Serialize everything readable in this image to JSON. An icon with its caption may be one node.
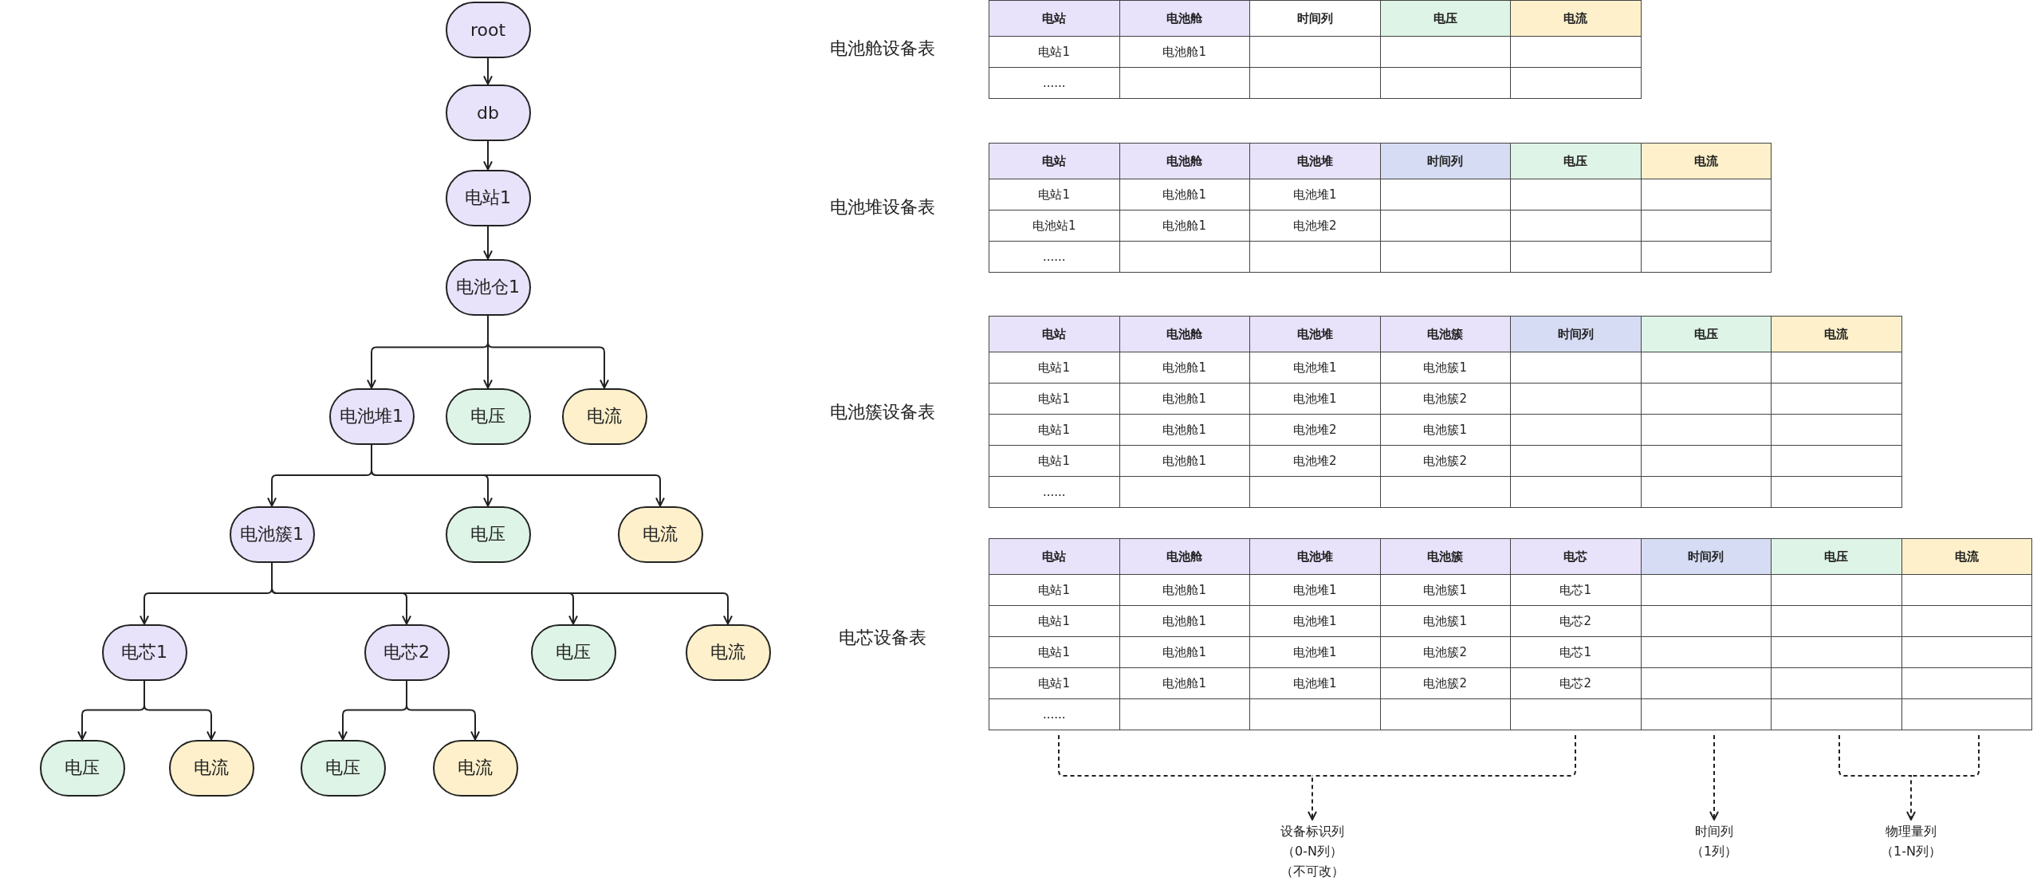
{
  "diagram": {
    "nodes": [
      {
        "text": [
          "root"
        ]
      },
      {
        "text": [
          "db"
        ]
      },
      {
        "text": [
          "电站1"
        ]
      },
      {
        "text": [
          "电池仓1"
        ]
      },
      {
        "text": [
          "电池堆1"
        ]
      },
      {
        "text": [
          "电压"
        ]
      },
      {
        "text": [
          "电流"
        ]
      },
      {
        "text": [
          "电池簇1"
        ]
      },
      {
        "text": [
          "电压"
        ]
      },
      {
        "text": [
          "电流"
        ]
      },
      {
        "text": [
          "电芯1"
        ]
      },
      {
        "text": [
          "电芯2"
        ]
      },
      {
        "text": [
          "电压"
        ]
      },
      {
        "text": [
          "电流"
        ]
      },
      {
        "text": [
          "电压"
        ]
      },
      {
        "text": [
          "电流"
        ]
      },
      {
        "text": [
          "电压"
        ]
      },
      {
        "text": [
          "电流"
        ]
      },
      {
        "text": [
          "设备标识列（0-N列）（不可改）"
        ]
      },
      {
        "text": [
          "时间列（1列）"
        ]
      },
      {
        "text": [
          "物理量列（1-N列）"
        ]
      }
    ],
    "edges": [
      {
        "from": 0,
        "to": 1,
        "arrow": "to"
      },
      {
        "from": 1,
        "to": 2,
        "arrow": "to"
      },
      {
        "from": 2,
        "to": 3,
        "arrow": "to"
      },
      {
        "from": 3,
        "to": 4,
        "arrow": "to"
      },
      {
        "from": 3,
        "to": 5,
        "arrow": "to"
      },
      {
        "from": 3,
        "to": 6,
        "arrow": "to"
      },
      {
        "from": 4,
        "to": 7,
        "arrow": "to"
      },
      {
        "from": 4,
        "to": 8,
        "arrow": "to"
      },
      {
        "from": 4,
        "to": 9,
        "arrow": "to"
      },
      {
        "from": 7,
        "to": 10,
        "arrow": "to"
      },
      {
        "from": 7,
        "to": 11,
        "arrow": "to"
      },
      {
        "from": 7,
        "to": 12,
        "arrow": "to"
      },
      {
        "from": 7,
        "to": 13,
        "arrow": "to"
      },
      {
        "from": 10,
        "to": 14,
        "arrow": "to"
      },
      {
        "from": 10,
        "to": 15,
        "arrow": "to"
      },
      {
        "from": 11,
        "to": 16,
        "arrow": "to"
      },
      {
        "from": 11,
        "to": 17,
        "arrow": "to"
      },
      {
        "from": null,
        "to": 18,
        "arrow": "to",
        "style": "dashed"
      },
      {
        "from": null,
        "to": 19,
        "arrow": "to",
        "style": "dashed"
      },
      {
        "from": null,
        "to": 20,
        "arrow": "to",
        "style": "dashed"
      }
    ],
    "labels": [
      "电池舱设备表",
      "电站",
      "电池舱",
      "时间列",
      "电压",
      "电流",
      "电站1",
      "电池舱1",
      "......",
      "电池堆设备表",
      "电站",
      "电池舱",
      "电池堆",
      "时间列",
      "电压",
      "电流",
      "电站1",
      "电池舱1",
      "电池堆1",
      "电池站1",
      "电池舱1",
      "电池堆2",
      "......",
      "电池簇设备表",
      "电站",
      "电池舱",
      "电池堆",
      "电池簇",
      "时间列",
      "电压",
      "电流",
      "电站1",
      "电池舱1",
      "电池堆1",
      "电池簇1",
      "电站1",
      "电池舱1",
      "电池堆1",
      "电池簇2",
      "电站1",
      "电池舱1",
      "电池堆2",
      "电池簇1",
      "电站1",
      "电池舱1",
      "电池堆2",
      "电池簇2",
      "......",
      "电芯设备表",
      "电站",
      "电池舱",
      "电池堆",
      "电池簇",
      "电芯",
      "时间列",
      "电压",
      "电流",
      "电站1",
      "电池舱1",
      "电池堆1",
      "电池簇1",
      "电芯1",
      "电站1",
      "电池舱1",
      "电池堆1",
      "电池簇1",
      "电芯2",
      "电站1",
      "电池舱1",
      "电池堆1",
      "电池簇2",
      "电芯1",
      "电站1",
      "电池舱1",
      "电池堆1",
      "电池簇2",
      "电芯2",
      "......"
    ]
  }
}
